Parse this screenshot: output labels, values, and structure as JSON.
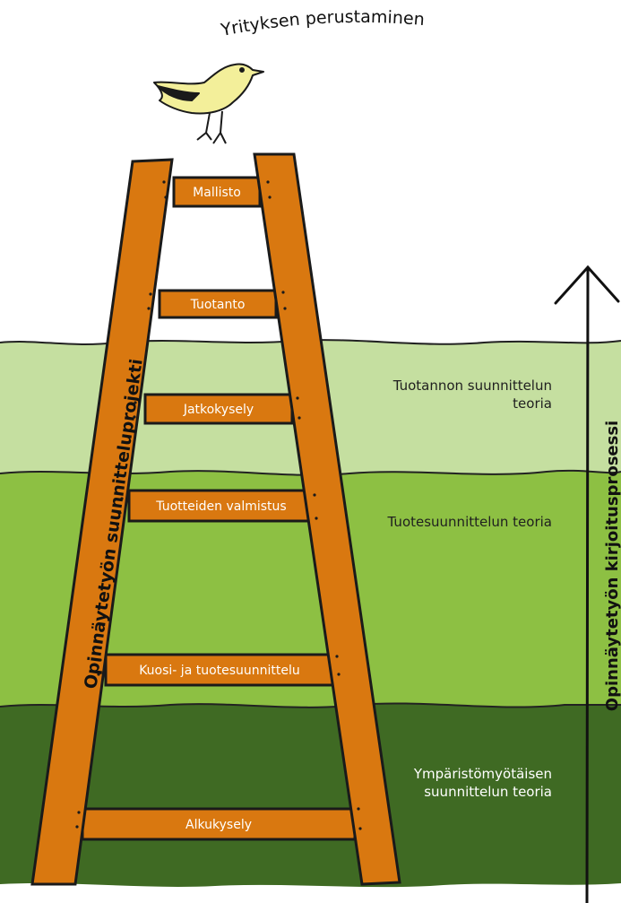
{
  "title": "Yrityksen perustaminen",
  "left_rail_label": "Opinnäytetyön suunnitteluprojekti",
  "right_axis_label": "Opinnäytetyön kirjoitusprosessi",
  "rungs": [
    {
      "label": "Mallisto"
    },
    {
      "label": "Tuotanto"
    },
    {
      "label": "Jatkokysely"
    },
    {
      "label": "Tuotteiden valmistus"
    },
    {
      "label": "Kuosi- ja tuotesuunnittelu"
    },
    {
      "label": "Alkukysely"
    }
  ],
  "bands": [
    {
      "lines": [
        "Tuotannon suunnittelun",
        "teoria"
      ],
      "color": "#c5dfa0"
    },
    {
      "lines": [
        "Tuotesuunnittelun teoria"
      ],
      "color": "#8dc043"
    },
    {
      "lines": [
        "Ympäristömyötäisen",
        "suunnittelun teoria"
      ],
      "color": "#3f6a23"
    }
  ],
  "colors": {
    "ladder": "#d97810",
    "ladder_outline": "#1a1a1a",
    "bird": "#f3ef9a"
  }
}
